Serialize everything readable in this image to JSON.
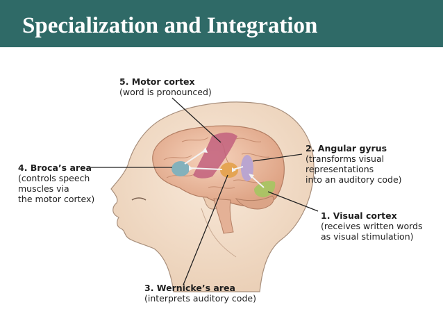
{
  "title": "Specialization and Integration",
  "labels": {
    "motor": {
      "heading": "5. Motor cortex",
      "lines": [
        "(word is pronounced)"
      ]
    },
    "broca": {
      "heading": "4. Broca’s area",
      "lines": [
        "(controls speech",
        "muscles via",
        "the motor cortex)"
      ]
    },
    "angular": {
      "heading": "2. Angular gyrus",
      "lines": [
        "(transforms visual",
        "representations",
        "into an auditory code)"
      ]
    },
    "visual": {
      "heading": "1. Visual cortex",
      "lines": [
        "(receives written words",
        "as visual stimulation)"
      ]
    },
    "wernicke": {
      "heading": "3. Wernicke’s area",
      "lines": [
        "(interprets auditory code)"
      ]
    }
  },
  "colors": {
    "title_bar": "#2f6a67",
    "skin": "#f2ddc9",
    "brain": "#ebb89c",
    "motor_cortex": "#c2607e",
    "broca_area": "#7eb0bd",
    "wernicke_area": "#e3a14a",
    "angular_gyrus": "#b7a3d3",
    "visual_cortex": "#a8c463"
  }
}
